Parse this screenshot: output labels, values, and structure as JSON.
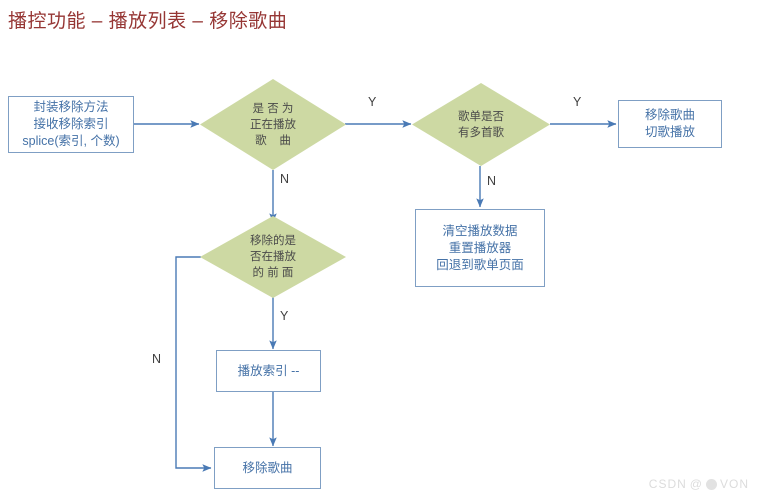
{
  "title": "播控功能 – 播放列表 – 移除歌曲",
  "colors": {
    "title": "#963634",
    "process_border": "#7f9fc4",
    "process_text": "#4572a7",
    "decision_fill": "#cdd9a3",
    "decision_text": "#4a4a4a",
    "arrow": "#4a7ab5",
    "background": "#ffffff"
  },
  "nodes": {
    "start_box": {
      "text": "封装移除方法\n接收移除索引\nsplice(索引, 个数)",
      "shape": "process"
    },
    "decision_playing": {
      "lines": [
        "是 否 为",
        "正在播放",
        "歌    曲"
      ],
      "shape": "decision"
    },
    "decision_multi_song": {
      "lines": [
        "歌单是否",
        "有多首歌"
      ],
      "shape": "decision"
    },
    "remove_switch_box": {
      "text": "移除歌曲\n切歌播放",
      "shape": "process"
    },
    "reset_box": {
      "text": "清空播放数据\n重置播放器\n回退到歌单页面",
      "shape": "process"
    },
    "decision_before_playing": {
      "lines": [
        "移除的是",
        "否在播放",
        "的 前 面"
      ],
      "shape": "decision"
    },
    "index_decrement_box": {
      "text": "播放索引 --",
      "shape": "process"
    },
    "remove_song_box": {
      "text": "移除歌曲",
      "shape": "process"
    }
  },
  "edge_labels": {
    "playing_yes": "Y",
    "playing_no": "N",
    "multi_song_yes": "Y",
    "multi_song_no": "N",
    "before_yes": "Y",
    "before_no": "N"
  },
  "watermark": {
    "prefix": "CSDN",
    "at": "@",
    "suffix": "VON"
  }
}
